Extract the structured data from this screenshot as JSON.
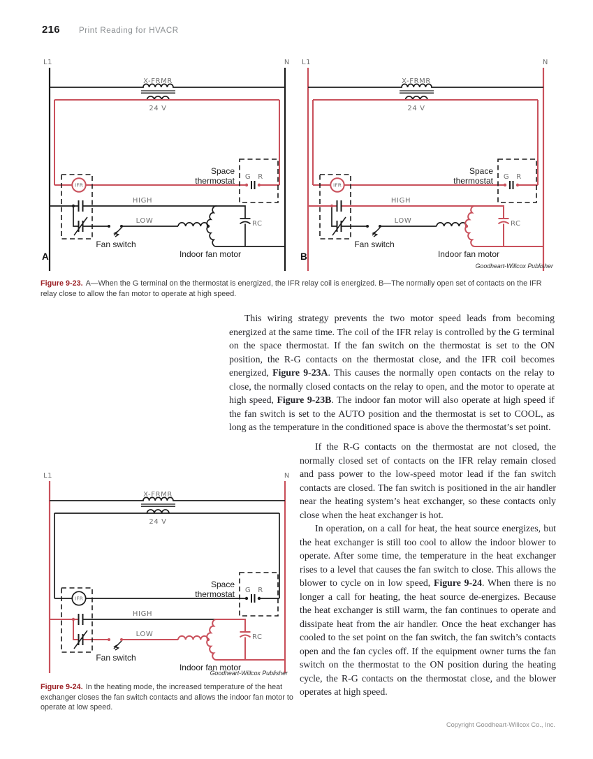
{
  "page": {
    "number": "216",
    "running_title": "Print Reading for HVACR",
    "copyright": "Copyright Goodheart-Willcox Co., Inc."
  },
  "colors": {
    "wire_red": "#c9515c",
    "wire_black": "#1c1c1c",
    "caption_red": "#9c2126"
  },
  "diagram_labels": {
    "l1": "L1",
    "n": "N",
    "xfrmr": "X-FRMR",
    "volts": "24 V",
    "space_thermostat_1": "Space",
    "space_thermostat_2": "thermostat",
    "g": "G",
    "r": "R",
    "ifr": "IFR",
    "high": "HIGH",
    "low": "LOW",
    "fan_switch": "Fan switch",
    "indoor_fan_motor": "Indoor fan motor",
    "rc": "RC"
  },
  "figure_9_23": {
    "label_a": "A",
    "label_b": "B",
    "credit": "Goodheart-Willcox Publisher",
    "caption_lead": "Figure 9-23.",
    "caption_text": "A—When the G terminal on the thermostat is energized, the IFR relay coil is energized. B—The normally open set of contacts on the IFR relay close to allow the fan motor to operate at high speed."
  },
  "figure_9_24": {
    "credit": "Goodheart-Willcox Publisher",
    "caption_lead": "Figure 9-24.",
    "caption_text": "In the heating mode, the increased temperature of the heat exchanger closes the fan switch contacts and allows the indoor fan motor to operate at low speed."
  },
  "body": {
    "paragraph_1": [
      {
        "text": "This wiring strategy prevents the two motor speed leads from becoming energized at the same time. The coil of the IFR relay is controlled by the G terminal on the space thermostat. If the fan switch on the thermostat is set to the ON position, the R-G contacts on the thermostat close, and the IFR coil becomes energized, ",
        "bold": false
      },
      {
        "text": "Figure 9-23A",
        "bold": true
      },
      {
        "text": ". This causes the normally open contacts on the relay to close, the normally closed contacts on the relay to open, and the motor to operate at high speed, ",
        "bold": false
      },
      {
        "text": "Figure 9-23B",
        "bold": true
      },
      {
        "text": ". The indoor fan motor will also operate at high speed if the fan switch is set to the AUTO position and the thermostat is set to COOL, as long as the temperature in the conditioned space is above the thermostat’s set point.",
        "bold": false
      }
    ],
    "paragraph_2": [
      {
        "text": "If the R-G contacts on the thermostat are not closed, the normally closed set of contacts on the IFR relay remain closed and pass power to the low-speed motor lead if the fan switch contacts are closed. The fan switch is positioned in the air handler near the heating system’s heat exchanger, so these contacts only close when the heat exchanger is hot.",
        "bold": false
      }
    ],
    "paragraph_3": [
      {
        "text": "In operation, on a call for heat, the heat source energizes, but the heat exchanger is still too cool to allow the indoor blower to operate. After some time, the temperature in the heat exchanger rises to a level that causes the fan switch to close. This allows the blower to cycle on in low speed, ",
        "bold": false
      },
      {
        "text": "Figure 9-24",
        "bold": true
      },
      {
        "text": ". When there is no longer a call for heating, the heat source de-energizes. Because the heat exchanger is still warm, the fan continues to operate and dissipate heat from the air handler. Once the heat exchanger has cooled to the set point on the fan switch, the fan switch’s contacts open and the fan cycles off. If the equipment owner turns the fan switch on the thermostat to the ON position during the heating cycle, the R-G contacts on the thermostat close, and the blower operates at high speed.",
        "bold": false
      }
    ]
  }
}
